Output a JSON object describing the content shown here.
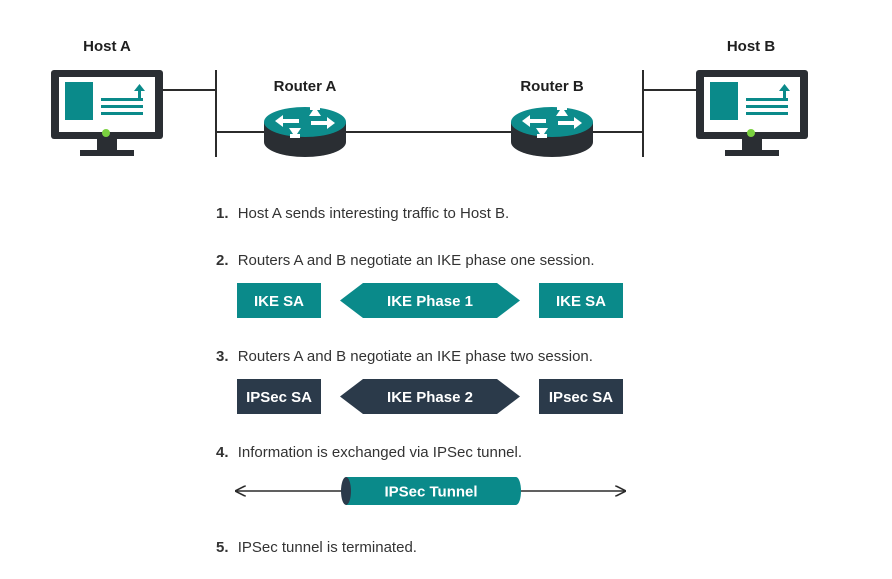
{
  "colors": {
    "teal": "#0a8a8a",
    "navy": "#2b3a4a",
    "router_top": "#0d8c8c",
    "router_body": "#2a2e33",
    "line": "#2b2b2b",
    "screen_accent": "#7ad13f"
  },
  "devices": {
    "host_a": "Host A",
    "host_b": "Host B",
    "router_a": "Router A",
    "router_b": "Router B"
  },
  "steps": [
    {
      "num": "1.",
      "text": "Host A sends interesting traffic to Host B."
    },
    {
      "num": "2.",
      "text": "Routers A and B negotiate an IKE phase one session."
    },
    {
      "num": "3.",
      "text": "Routers A and B negotiate an IKE phase two session."
    },
    {
      "num": "4.",
      "text": "Information is exchanged via IPSec tunnel."
    },
    {
      "num": "5.",
      "text": "IPSec tunnel is terminated."
    }
  ],
  "phase1": {
    "left": "IKE SA",
    "arrow": "IKE Phase 1",
    "right": "IKE SA"
  },
  "phase2": {
    "left": "IPSec SA",
    "arrow": "IKE Phase 2",
    "right": "IPsec SA"
  },
  "tunnel": {
    "label": "IPSec Tunnel"
  },
  "icons": [
    "computer-monitor-icon",
    "router-icon",
    "upload-arrow-icon"
  ]
}
